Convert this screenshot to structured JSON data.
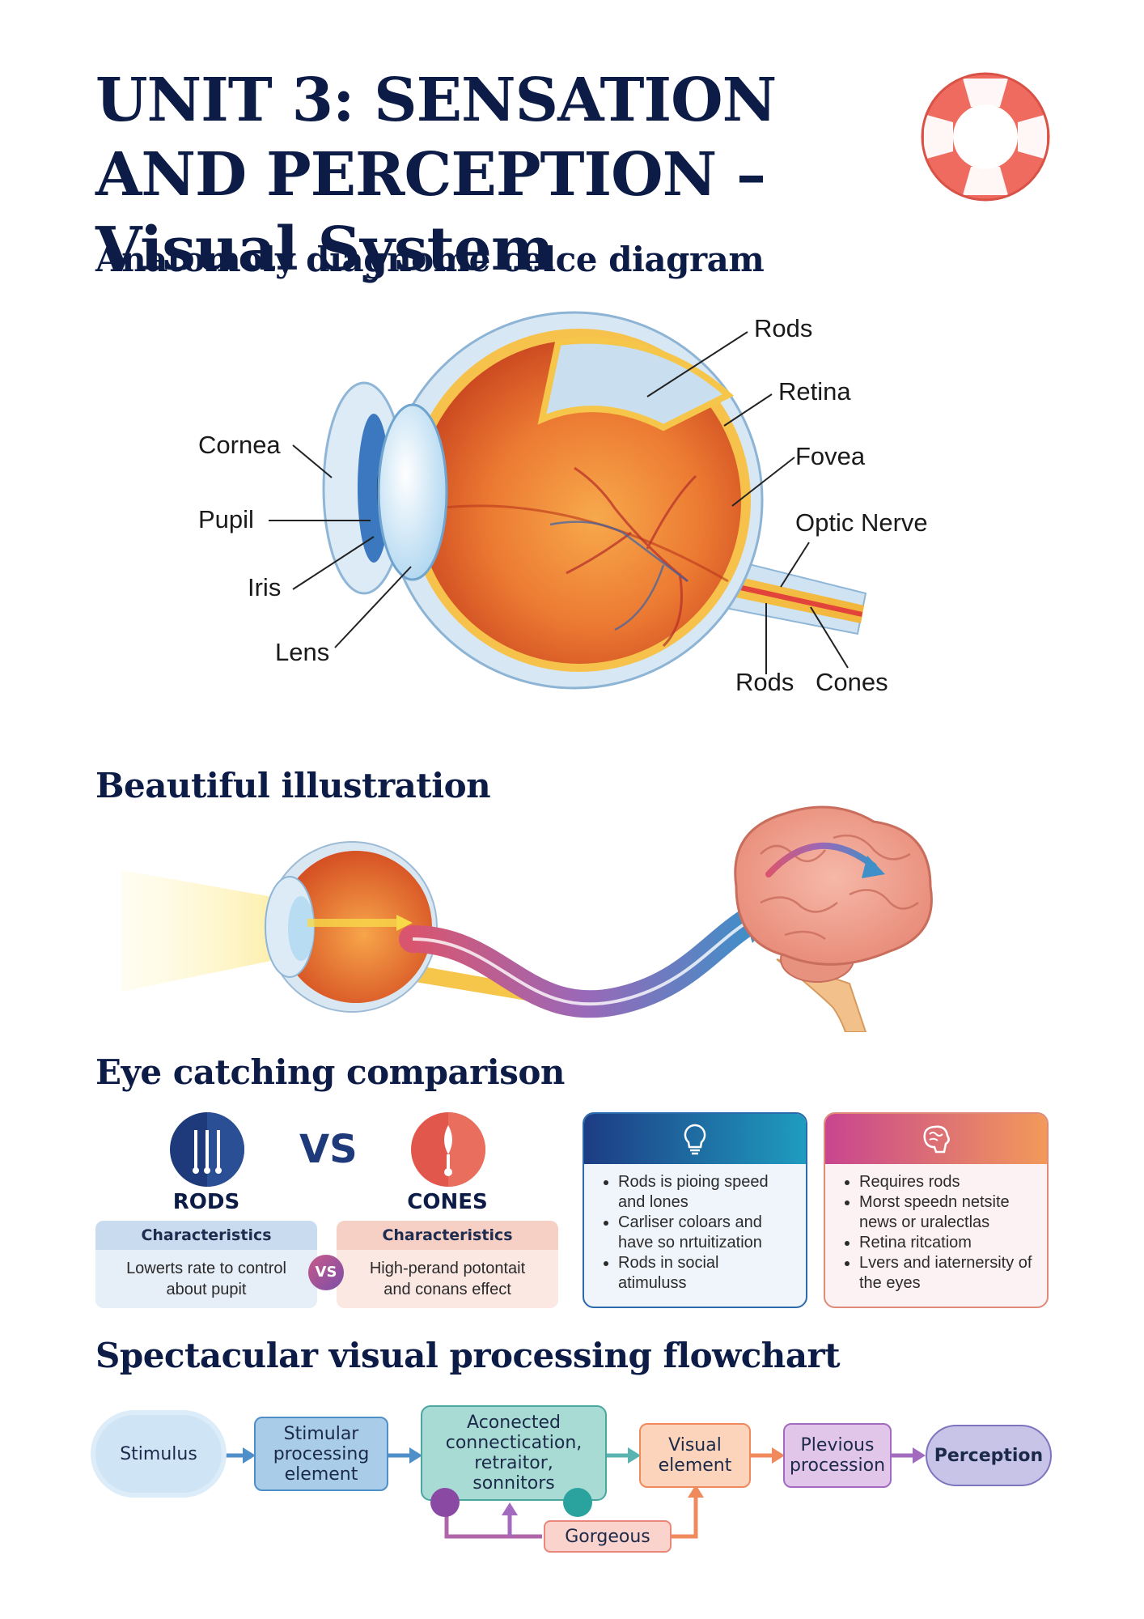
{
  "title": "UNIT 3: SENSATION AND PERCEPTION – Visual System",
  "sections": {
    "anatomy": "Anatomoly diagnome celce diagram",
    "illustration": "Beautiful illustration",
    "comparison": "Eye catching comparison",
    "flowchart": "Spectacular visual processing flowchart"
  },
  "eye_labels": {
    "cornea": "Cornea",
    "pupil": "Pupil",
    "iris": "Iris",
    "lens": "Lens",
    "rods_top": "Rods",
    "retina": "Retina",
    "fovea": "Fovea",
    "optic_nerve": "Optic Nerve",
    "rods_bottom": "Rods",
    "cones": "Cones"
  },
  "comparison": {
    "vs": "VS",
    "vs_small": "VS",
    "rods": {
      "name": "RODS",
      "char_label": "Characteristics",
      "char_text": [
        "Lowerts rate to control",
        "about pupit"
      ]
    },
    "cones": {
      "name": "CONES",
      "char_label": "Characteristics",
      "char_text": [
        "High-perand potontait",
        "and conans effect"
      ]
    },
    "card_blue": {
      "icon": "lightbulb-icon",
      "bullets": [
        "Rods is pioing speed and lones",
        "Carliser coloars and have so nrtuitization",
        "Rods in social atimuluss"
      ]
    },
    "card_pink": {
      "icon": "brain-head-icon",
      "bullets": [
        "Requires rods",
        "Morst speedn netsite news or uralectlas",
        "Retina ritcatiom",
        "Lvers and iaternersity of the eyes"
      ]
    }
  },
  "flow": {
    "nodes": [
      "Stimulus",
      "Stimular processing element",
      "Aconected connectication, retraitor, sonnitors",
      "Visual element",
      "Plevious procession",
      "Perception"
    ],
    "feedback": "Gorgeous"
  },
  "colors": {
    "navy": "#0c1c47",
    "eye_orange": "#e8622a",
    "retina_yellow": "#f5c64a",
    "card_blue": "#1f6bb0",
    "card_pink": "#d9558a",
    "lifebuoy": "#ee6a5f"
  }
}
